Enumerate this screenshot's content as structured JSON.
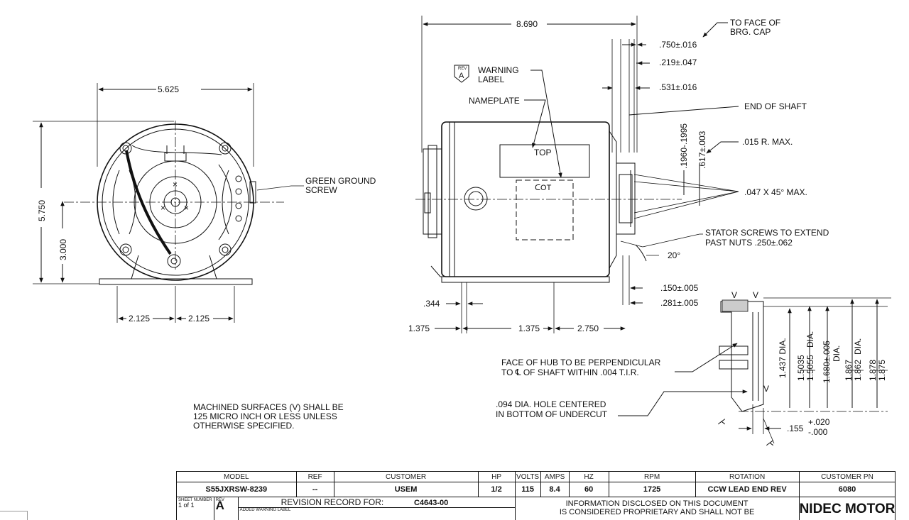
{
  "dims": {
    "width_top": "5.625",
    "height_total": "5.750",
    "center_height": "3.000",
    "base_left": "2.125",
    "base_right": "2.125",
    "overall_length": "8.690",
    "bearing_cap": ".750±.016",
    "d219": ".219±.047",
    "d531": ".531±.016",
    "d1960": ".1960-.1995",
    "d617": ".617±.003",
    "d150": ".150±.005",
    "d281": ".281±.005",
    "d344": ".344",
    "d1375a": "1.375",
    "d1375b": "1.375",
    "d2750": "2.750",
    "angle20": "20°",
    "dia1437": "1.437 DIA.",
    "dia15035": "1.5035",
    "dia15055": "1.5055",
    "dia_suffix": "DIA.",
    "dia1680": "1.680±.005",
    "dia1680b": "DIA.",
    "dia1867": "1.867",
    "dia1862": "1.862",
    "dia1878": "1.878",
    "dia1875": "1.875",
    "dia_word": "DIA.",
    "d155": ".155",
    "tol_plus": "+.020",
    "tol_minus": "-.000"
  },
  "notes": {
    "bearing_cap_1": "TO FACE OF",
    "bearing_cap_2": "BRG. CAP",
    "warning_1": "WARNING",
    "warning_2": "LABEL",
    "rev_tag": "REV",
    "rev_letter": "A",
    "nameplate": "NAMEPLATE",
    "top": "TOP",
    "cot": "ᑕOT",
    "end_of_shaft": "END OF SHAFT",
    "radius": ".015 R. MAX.",
    "chamfer": ".047 X 45° MAX.",
    "stator_1": "STATOR SCREWS TO EXTEND",
    "stator_2": "PAST NUTS .250±.062",
    "ground_1": "GREEN GROUND",
    "ground_2": "SCREW",
    "hub_1": "FACE OF HUB TO BE PERPENDICULAR",
    "hub_2": "TO ℄ OF SHAFT WITHIN .004 T.I.R.",
    "hole_1": ".094 DIA. HOLE CENTERED",
    "hole_2": "IN BOTTOM OF UNDERCUT",
    "machined_1": "MACHINED SURFACES (V) SHALL BE",
    "machined_2": "125 MICRO INCH OR LESS UNLESS",
    "machined_3": "OTHERWISE SPECIFIED."
  },
  "title_block": {
    "headers": {
      "model": "MODEL",
      "ref": "REF",
      "customer": "CUSTOMER",
      "hp": "HP",
      "volts": "VOLTS",
      "amps": "AMPS",
      "hz": "HZ",
      "rpm": "RPM",
      "rotation": "ROTATION",
      "customer_pn": "CUSTOMER PN"
    },
    "values": {
      "model": "S55JXRSW-8239",
      "ref": "--",
      "customer": "USEM",
      "hp": "1/2",
      "volts": "115",
      "amps": "8.4",
      "hz": "60",
      "rpm": "1725",
      "rotation": "CCW LEAD END REV",
      "customer_pn": "6080"
    },
    "sheet_number": "SHEET NUMBER",
    "rev_label": "REV",
    "rev_value": "A",
    "sheet_value": "1 of 1",
    "revision_record_for": "REVISION RECORD FOR:",
    "revision_number": "C4643-00",
    "added_warning": "ADDED WARNING LABEL",
    "info_1": "INFORMATION DISCLOSED ON THIS DOCUMENT",
    "info_2": "IS CONSIDERED PROPRIETARY AND SHALL NOT BE",
    "company": "NIDEC MOTOR"
  }
}
